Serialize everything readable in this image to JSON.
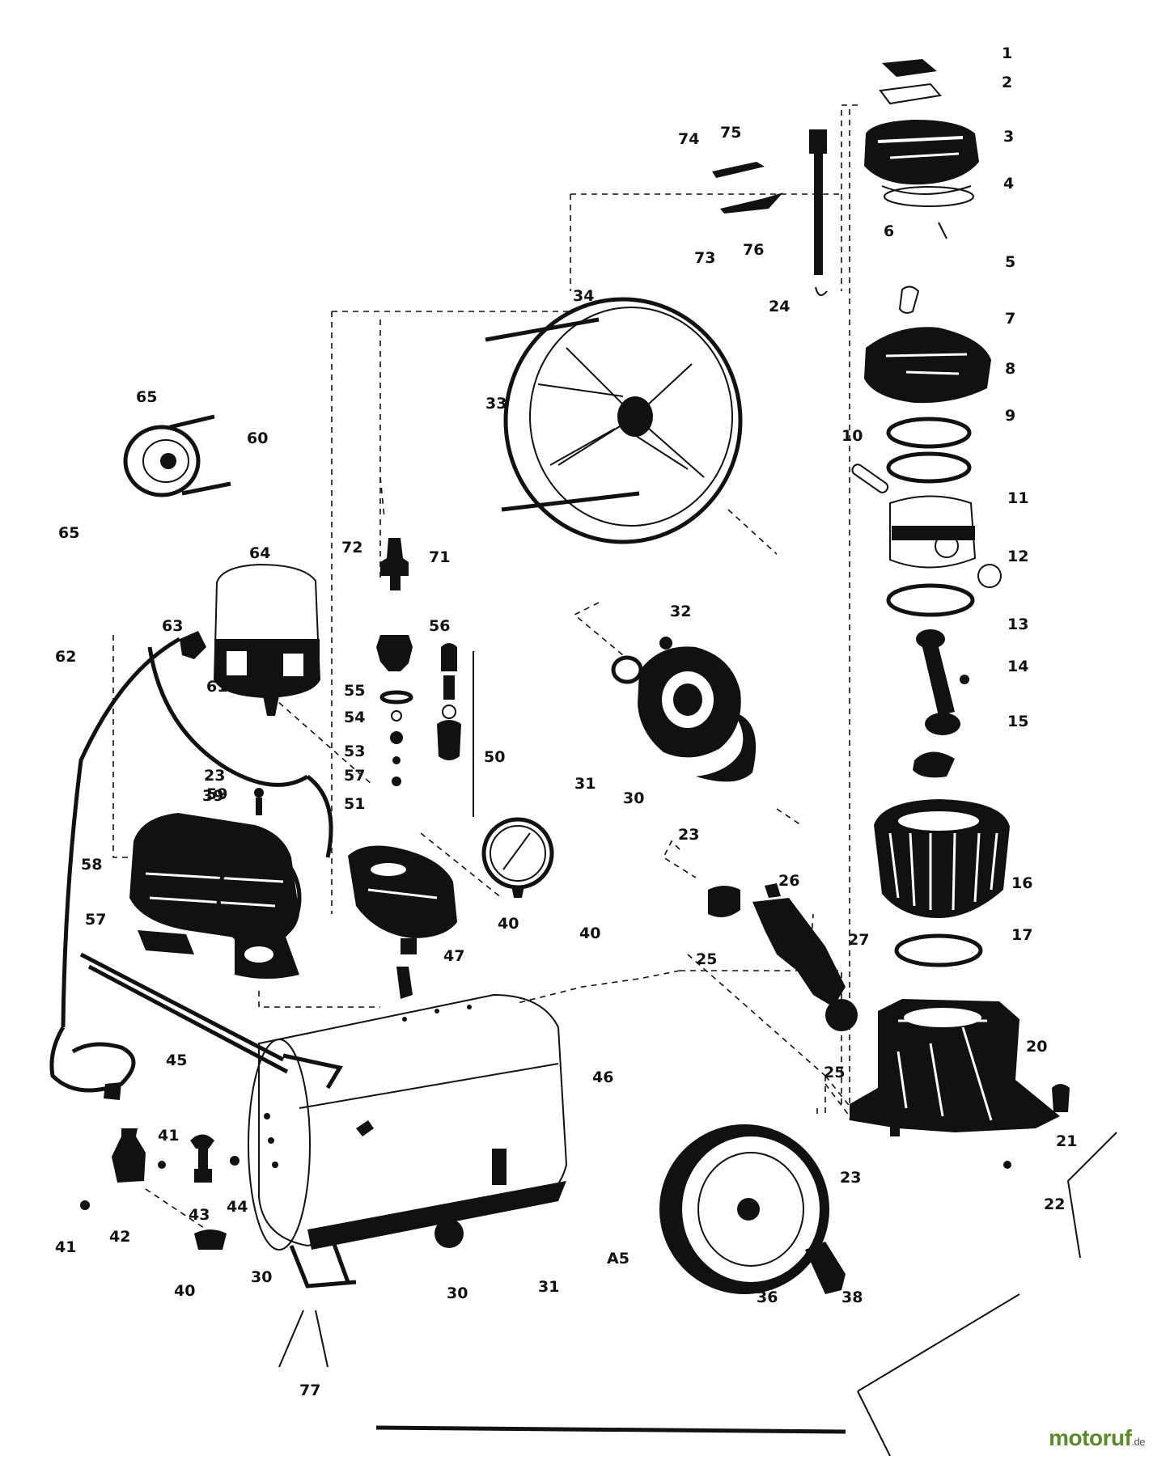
{
  "callouts": [
    {
      "id": "c1",
      "label": "1"
    },
    {
      "id": "c2",
      "label": "2"
    },
    {
      "id": "c3",
      "label": "3"
    },
    {
      "id": "c4",
      "label": "4"
    },
    {
      "id": "c5",
      "label": "5"
    },
    {
      "id": "c6",
      "label": "6"
    },
    {
      "id": "c7",
      "label": "7"
    },
    {
      "id": "c8",
      "label": "8"
    },
    {
      "id": "c9",
      "label": "9"
    },
    {
      "id": "c10",
      "label": "10"
    },
    {
      "id": "c11",
      "label": "11"
    },
    {
      "id": "c12",
      "label": "12"
    },
    {
      "id": "c13",
      "label": "13"
    },
    {
      "id": "c14",
      "label": "14"
    },
    {
      "id": "c15",
      "label": "15"
    },
    {
      "id": "c16",
      "label": "16"
    },
    {
      "id": "c17",
      "label": "17"
    },
    {
      "id": "c20",
      "label": "20"
    },
    {
      "id": "c21",
      "label": "21"
    },
    {
      "id": "c22",
      "label": "22"
    },
    {
      "id": "c23a",
      "label": "23"
    },
    {
      "id": "c23b",
      "label": "23"
    },
    {
      "id": "c23c",
      "label": "23"
    },
    {
      "id": "c24",
      "label": "24"
    },
    {
      "id": "c25a",
      "label": "25"
    },
    {
      "id": "c25b",
      "label": "25"
    },
    {
      "id": "c26",
      "label": "26"
    },
    {
      "id": "c27",
      "label": "27"
    },
    {
      "id": "c30a",
      "label": "30"
    },
    {
      "id": "c30b",
      "label": "30"
    },
    {
      "id": "c30c",
      "label": "30"
    },
    {
      "id": "c31a",
      "label": "31"
    },
    {
      "id": "c31b",
      "label": "31"
    },
    {
      "id": "c32",
      "label": "32"
    },
    {
      "id": "c33",
      "label": "33"
    },
    {
      "id": "c34",
      "label": "34"
    },
    {
      "id": "c36",
      "label": "36"
    },
    {
      "id": "c38",
      "label": "38"
    },
    {
      "id": "c39",
      "label": "39"
    },
    {
      "id": "c40a",
      "label": "40"
    },
    {
      "id": "c40b",
      "label": "40"
    },
    {
      "id": "c40c",
      "label": "40"
    },
    {
      "id": "c41a",
      "label": "41"
    },
    {
      "id": "c41b",
      "label": "41"
    },
    {
      "id": "c42",
      "label": "42"
    },
    {
      "id": "c43",
      "label": "43"
    },
    {
      "id": "c44",
      "label": "44"
    },
    {
      "id": "c45",
      "label": "45"
    },
    {
      "id": "c46",
      "label": "46"
    },
    {
      "id": "c47",
      "label": "47"
    },
    {
      "id": "c50",
      "label": "50"
    },
    {
      "id": "c51",
      "label": "51"
    },
    {
      "id": "c53",
      "label": "53"
    },
    {
      "id": "c54",
      "label": "54"
    },
    {
      "id": "c55",
      "label": "55"
    },
    {
      "id": "c56",
      "label": "56"
    },
    {
      "id": "c57a",
      "label": "57"
    },
    {
      "id": "c57b",
      "label": "57"
    },
    {
      "id": "c58",
      "label": "58"
    },
    {
      "id": "c59",
      "label": "59"
    },
    {
      "id": "c60",
      "label": "60"
    },
    {
      "id": "c61",
      "label": "61"
    },
    {
      "id": "c62",
      "label": "62"
    },
    {
      "id": "c63",
      "label": "63"
    },
    {
      "id": "c64",
      "label": "64"
    },
    {
      "id": "c65a",
      "label": "65"
    },
    {
      "id": "c65b",
      "label": "65"
    },
    {
      "id": "c71",
      "label": "71"
    },
    {
      "id": "c72",
      "label": "72"
    },
    {
      "id": "c73",
      "label": "73"
    },
    {
      "id": "c74",
      "label": "74"
    },
    {
      "id": "c75",
      "label": "75"
    },
    {
      "id": "c76",
      "label": "76"
    },
    {
      "id": "c77",
      "label": "77"
    },
    {
      "id": "cA5",
      "label": "A5"
    }
  ],
  "watermark": {
    "brand": "motoruf",
    "brand_accent": "",
    "suffix": ".de"
  },
  "colors": {
    "ink": "#111111",
    "paper": "#ffffff",
    "brand_green": "#5b8a2a",
    "brand_red": "#c22b2b"
  }
}
